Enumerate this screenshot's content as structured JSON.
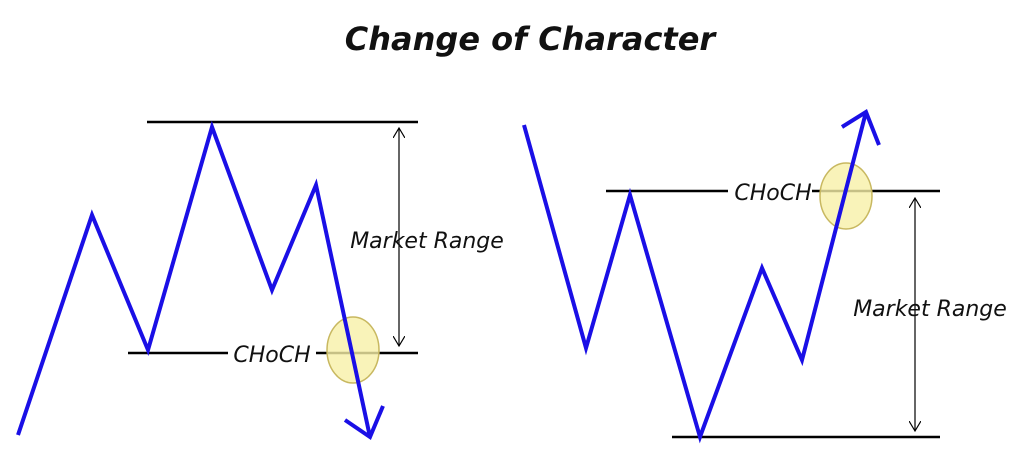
{
  "title": "Change of Character",
  "left": {
    "choch_label": "CHoCH",
    "range_label": "Market Range"
  },
  "right": {
    "choch_label": "CHoCH",
    "range_label": "Market Range"
  },
  "colors": {
    "price_line": "#1a0fe6",
    "highlight_fill": "#f8f0a8",
    "highlight_stroke": "#c8b860",
    "level_line": "#000000"
  }
}
